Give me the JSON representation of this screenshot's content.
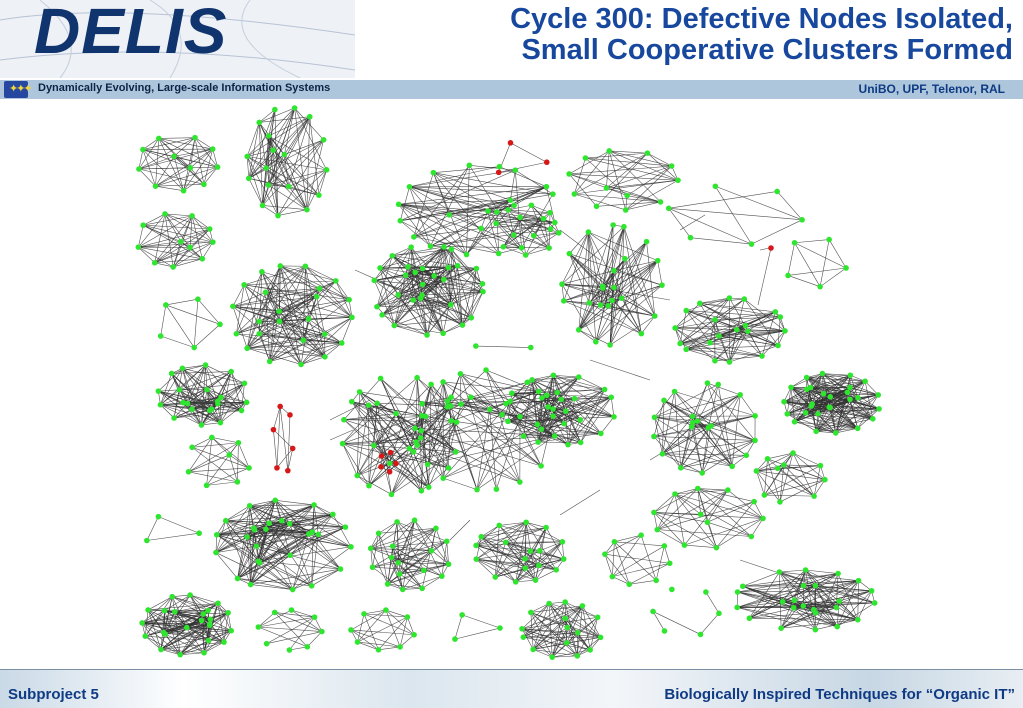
{
  "header": {
    "logo": "DELIS",
    "title_line1": "Cycle 300: Defective Nodes Isolated,",
    "title_line2": "Small Cooperative Clusters Formed",
    "subtitle": "Dynamically Evolving, Large-scale Information Systems",
    "partners": "UniBO, UPF, Telenor, RAL"
  },
  "footer": {
    "left": "Subproject 5",
    "right": "Biologically Inspired Techniques for “Organic IT”"
  },
  "colors": {
    "title": "#17489e",
    "cooperative_node": "#2ee62e",
    "defective_node": "#d61818",
    "edge": "#333333"
  },
  "icons": [
    "eu-flag-icon"
  ]
}
